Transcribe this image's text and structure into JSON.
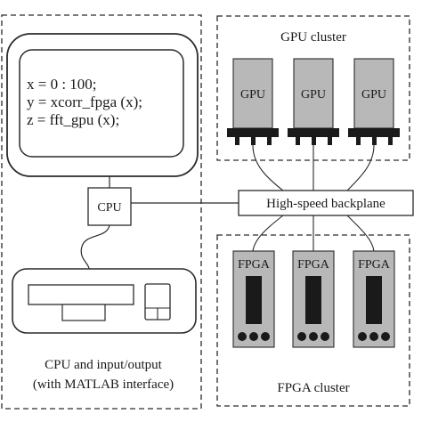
{
  "cpu_io_section": {
    "label_line1": "CPU and input/output",
    "label_line2": "(with MATLAB interface)",
    "monitor_code": [
      "x = 0 : 100;",
      "y = xcorr_fpga (x);",
      "z = fft_gpu (x);"
    ],
    "cpu_label": "CPU"
  },
  "gpu_cluster": {
    "title": "GPU cluster",
    "units": [
      "GPU",
      "GPU",
      "GPU"
    ]
  },
  "backplane": {
    "label": "High-speed backplane"
  },
  "fpga_cluster": {
    "title": "FPGA cluster",
    "units": [
      "FPGA",
      "FPGA",
      "FPGA"
    ]
  },
  "colors": {
    "unit_fill": "#b8b8b8",
    "dark": "#1a1a1a",
    "border": "#2a2a2a"
  }
}
